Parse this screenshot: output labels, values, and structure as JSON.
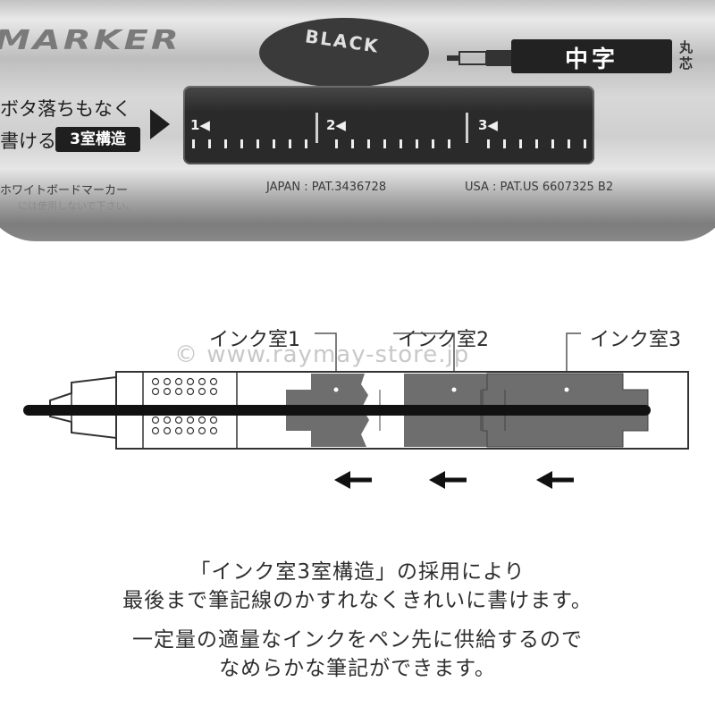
{
  "pen_photo": {
    "brand_text": "MARKER",
    "color_badge": "BLACK",
    "tip_thickness": "中字",
    "tip_type": "丸芯",
    "tagline_line1": "ボタ落ちもなく",
    "tagline_line2_prefix": "書ける",
    "structure_badge": "3室構造",
    "window_scale_labels": [
      "1◀",
      "2◀",
      "3◀"
    ],
    "product_type": "ホワイトボードマーカー",
    "japan_patent": "JAPAN : PAT.3436728",
    "usa_patent": "USA : PAT.US 6607325 B2",
    "faint_note": "には使用しないで下さい。"
  },
  "diagram": {
    "chamber_labels": [
      "インク室1",
      "インク室2",
      "インク室3"
    ],
    "watermark": "© www.raymay-store.jp",
    "arrow_direction": "left",
    "colors": {
      "chamber": "#6e6e6e",
      "core": "#111111",
      "outline": "#333333"
    }
  },
  "caption": {
    "line1": "「インク室3室構造」の採用により",
    "line2": "最後まで筆記線のかすれなくきれいに書けます。",
    "line3": "一定量の適量なインクをペン先に供給するので",
    "line4": "なめらかな筆記ができます。"
  }
}
